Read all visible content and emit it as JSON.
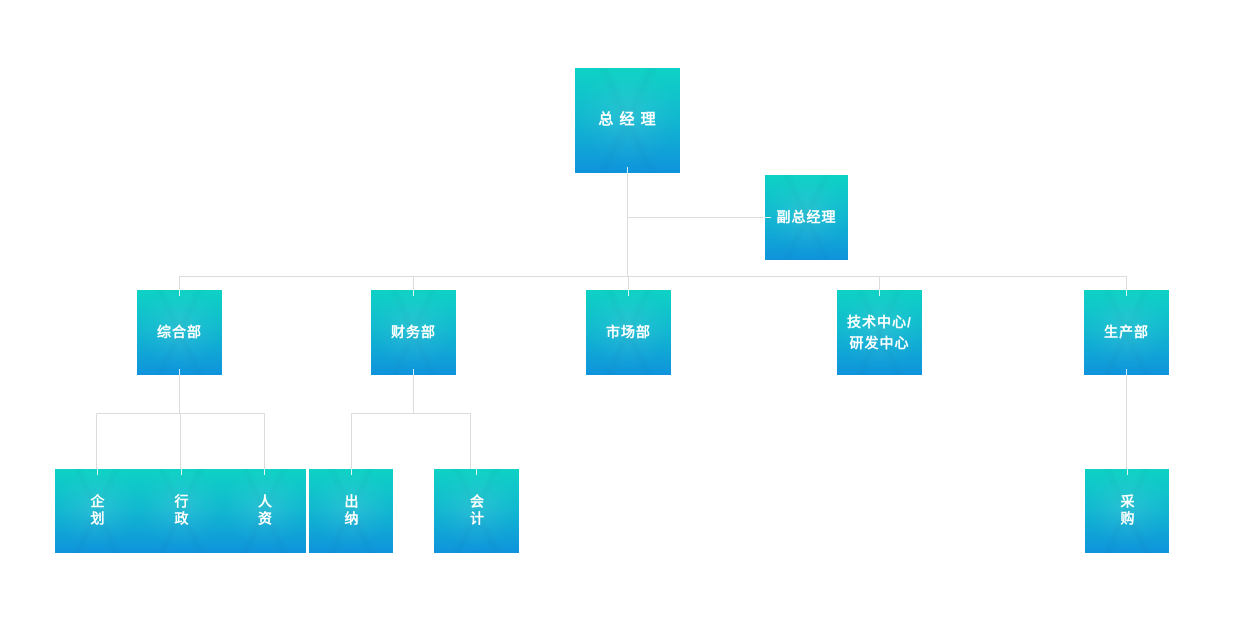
{
  "diagram_type": "organization-chart",
  "background": "#ffffff",
  "colors": {
    "node_gradient_top": "#0ed2c5",
    "node_gradient_bottom": "#0f93dc",
    "connector_line": "#dcdcdc",
    "node_text": "#ffffff"
  },
  "nodes": [
    {
      "label": "总 经 理",
      "parent": null
    },
    {
      "label": "副总经理",
      "parent": "总经理"
    },
    {
      "label": "综合部",
      "parent": "总经理"
    },
    {
      "label": "财务部",
      "parent": "总经理"
    },
    {
      "label": "市场部",
      "parent": "总经理"
    },
    {
      "label": "技术中心/\n研发中心",
      "parent": "总经理"
    },
    {
      "label": "生产部",
      "parent": "总经理"
    },
    {
      "label": "企划",
      "parent": "综合部"
    },
    {
      "label": "行政",
      "parent": "综合部"
    },
    {
      "label": "人资",
      "parent": "综合部"
    },
    {
      "label": "出纳",
      "parent": "财务部"
    },
    {
      "label": "会计",
      "parent": "财务部"
    },
    {
      "label": "采购",
      "parent": "生产部"
    }
  ]
}
